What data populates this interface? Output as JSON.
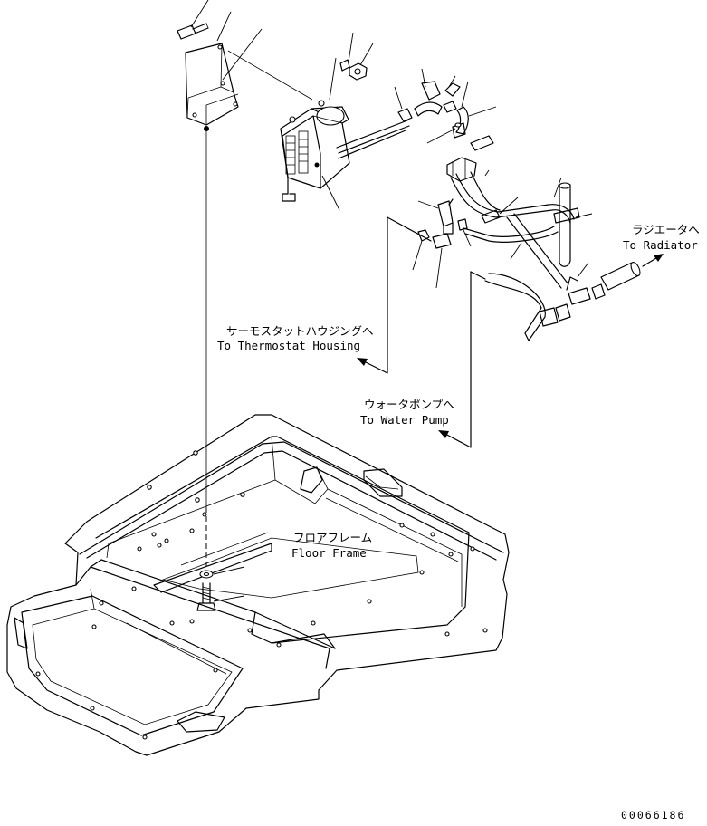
{
  "diagram": {
    "labels": {
      "radiator_jp": "ラジエータへ",
      "radiator_en": "To Radiator",
      "thermostat_jp": "サーモスタットハウジングへ",
      "thermostat_en": "To Thermostat Housing",
      "water_pump_jp": "ウォータポンプへ",
      "water_pump_en": "To Water Pump",
      "floor_frame_jp": "フロアフレーム",
      "floor_frame_en": "Floor Frame"
    },
    "document_number": "00066186"
  }
}
